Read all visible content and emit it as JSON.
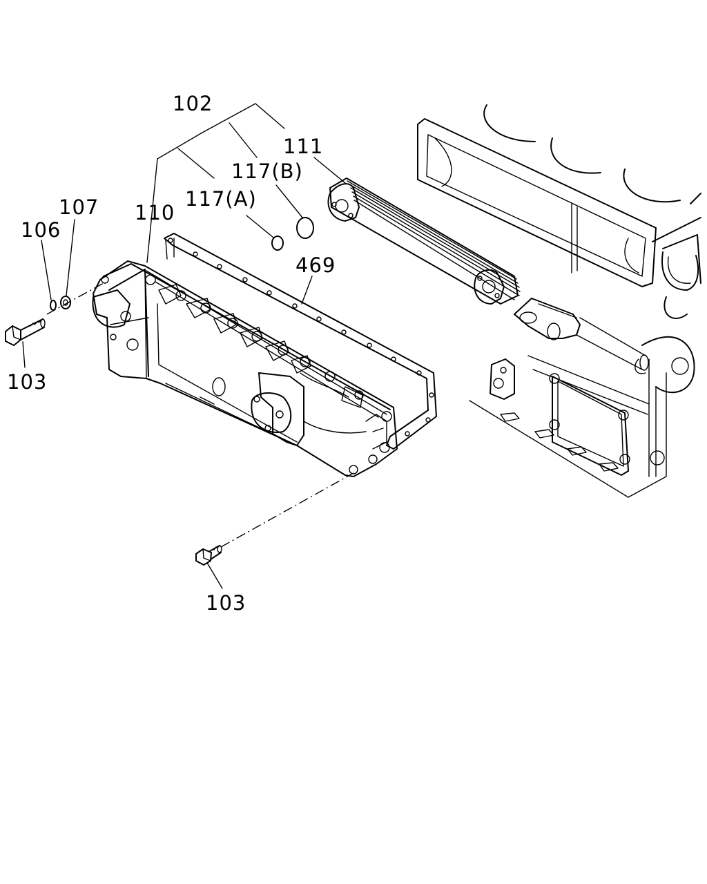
{
  "labels": {
    "l102": "102",
    "l111": "111",
    "l117b": "117(B)",
    "l117a": "117(A)",
    "l110": "110",
    "l107": "107",
    "l106": "106",
    "l469": "469",
    "l103_left": "103",
    "l103_bottom": "103"
  }
}
